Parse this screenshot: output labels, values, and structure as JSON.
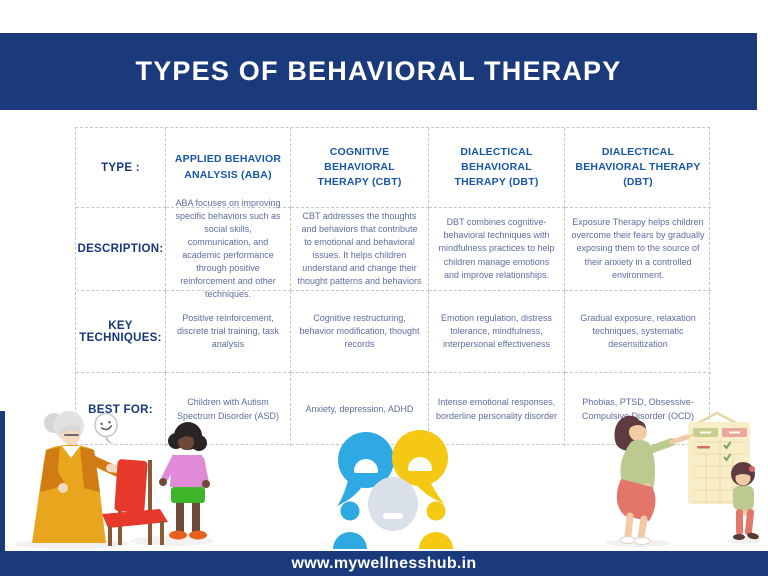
{
  "header": {
    "title": "TYPES OF BEHAVIORAL THERAPY"
  },
  "footer": {
    "website": "www.mywellnesshub.in"
  },
  "table": {
    "row_labels": {
      "type": "TYPE :",
      "description": "DESCRIPTION:",
      "key_techniques": "KEY TECHNIQUES:",
      "best_for": "BEST FOR:"
    },
    "columns": [
      {
        "type": "APPLIED BEHAVIOR ANALYSIS (ABA)",
        "description": "ABA focuses on improving specific behaviors such as social skills, communication, and academic performance through positive reinforcement and other techniques.",
        "key_techniques": "Positive reinforcement, discrete trial training, task analysis",
        "best_for": "Children with Autism Spectrum Disorder (ASD)"
      },
      {
        "type": "COGNITIVE BEHAVIORAL THERAPY (CBT)",
        "description": "CBT addresses the thoughts and behaviors that contribute to emotional and behavioral issues. It helps children understand and change their thought patterns and behaviors",
        "key_techniques": "Cognitive restructuring, behavior modification, thought records",
        "best_for": "Anxiety, depression, ADHD"
      },
      {
        "type": "DIALECTICAL BEHAVIORAL THERAPY (DBT)",
        "description": "DBT combines cognitive-behavioral techniques with mindfulness practices to help children manage emotions and improve relationships.",
        "key_techniques": "Emotion regulation, distress tolerance, mindfulness, interpersonal effectiveness",
        "best_for": "Intense emotional responses, borderline personality disorder"
      },
      {
        "type": "DIALECTICAL BEHAVIORAL THERAPY (DBT)",
        "description": "Exposure Therapy helps children overcome their fears by gradually exposing them to the source of their anxiety in a controlled environment.",
        "key_techniques": "Gradual exposure, relaxation techniques, systematic desensitization",
        "best_for": "Phobias, PTSD, Obsessive-Compulsive Disorder (OCD)"
      }
    ]
  },
  "colors": {
    "navy_band": "#1a3a7b",
    "column_title_blue": "#1857a8",
    "row_label_navy": "#17377d",
    "body_text_slate": "#5e6da0",
    "bubble_blue": "#2ea9e2",
    "bubble_yellow": "#f5c913",
    "bubble_gray": "#d9e0e9",
    "chair_red": "#e6392c",
    "dress_mustard": "#e8a61f"
  },
  "illustrations": {
    "left": "grandmother-child-red-chair",
    "badge": "smiley-balloon",
    "center": "3d-speech-bubbles",
    "right": "therapist-pointing-chart-with-girl"
  }
}
